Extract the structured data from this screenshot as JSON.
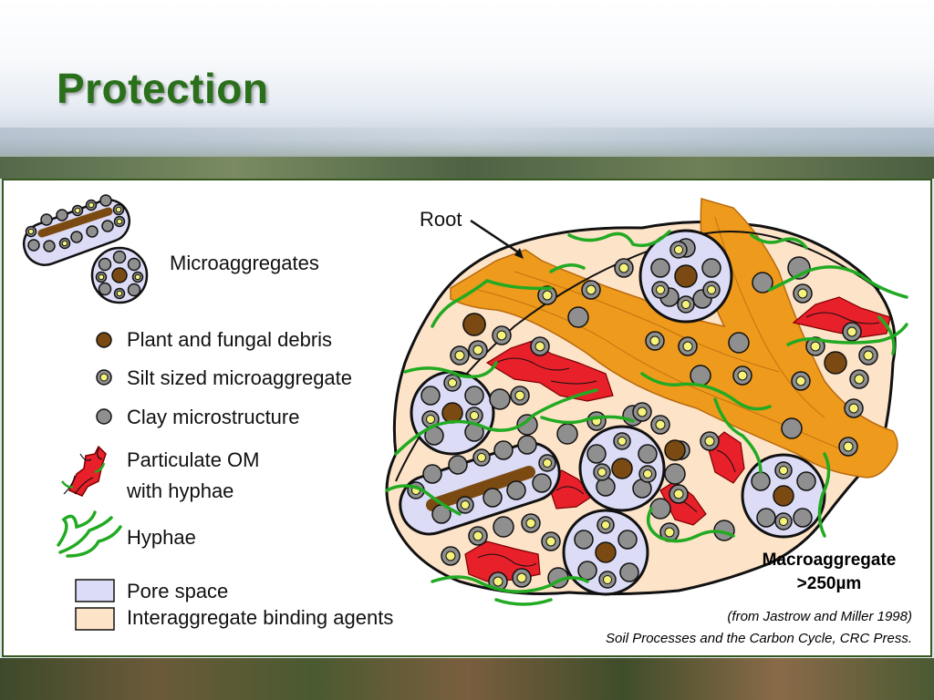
{
  "title": "Protection",
  "labels": {
    "root": "Root",
    "microaggregates": "Microaggregates",
    "macroaggregate": "Macroaggregate",
    "macroaggregate_size": ">250µm"
  },
  "legend": {
    "debris": "Plant and fungal debris",
    "silt": "Silt sized microaggregate",
    "clay": "Clay microstructure",
    "pom_line1": "Particulate OM",
    "pom_line2": "with hyphae",
    "hyphae": "Hyphae",
    "pore": "Pore space",
    "binding": "Interaggregate binding agents"
  },
  "citation": {
    "line1": "(from Jastrow and Miller 1998)",
    "line2": "Soil Processes and the Carbon Cycle, CRC Press."
  },
  "colors": {
    "title": "#2a6f1a",
    "root": "#ee9a1c",
    "matrix": "#fde3c8",
    "pore": "#dcdcf7",
    "clay": "#8f8f8f",
    "silt_fill": "#f5f37a",
    "debris": "#7a4a12",
    "pom": "#e8202a",
    "hyphae": "#22aa22",
    "frame": "#35591f"
  }
}
